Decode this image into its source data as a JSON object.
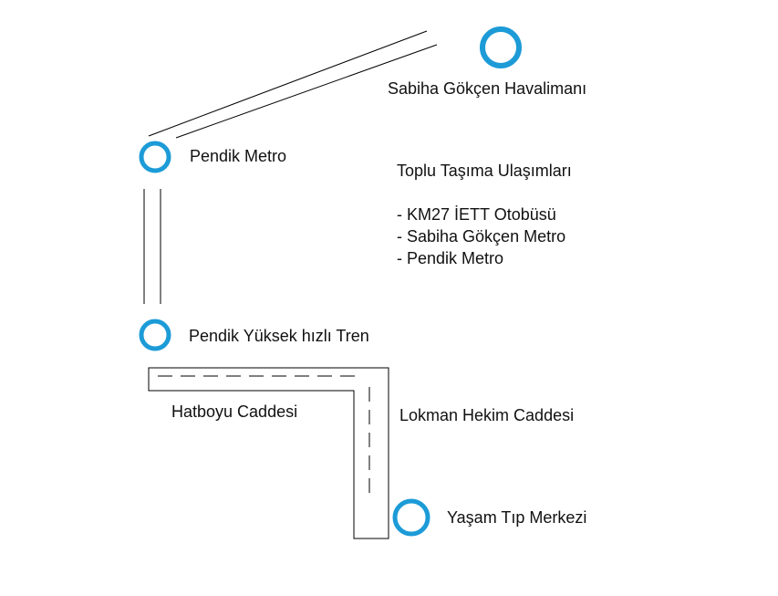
{
  "colors": {
    "station": "#1c9bd7",
    "line": "#000000"
  },
  "stations": {
    "airport": "Sabiha Gökçen Havalimanı",
    "pendik_metro": "Pendik Metro",
    "pendik_yht": "Pendik Yüksek hızlı Tren",
    "yasam": "Yaşam Tıp Merkezi"
  },
  "streets": {
    "hatboyu": "Hatboyu Caddesi",
    "lokman": "Lokman Hekim Caddesi"
  },
  "transit": {
    "title": "Toplu Taşıma Ulaşımları",
    "items": [
      "- KM27 İETT Otobüsü",
      "- Sabiha Gökçen Metro",
      "- Pendik Metro"
    ]
  }
}
